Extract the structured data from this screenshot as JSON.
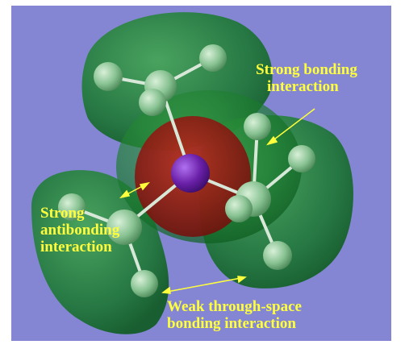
{
  "colors": {
    "background": "#8486d4",
    "lobe_green": "#1f8c2c",
    "lobe_red": "#9a1a14",
    "center_atom": "#6a20a8",
    "ligand_atom": "#8fc89a",
    "label_text": "#ffff3c"
  },
  "annotations": {
    "strong_bonding": [
      "Strong bonding",
      "interaction"
    ],
    "strong_antibonding": [
      "Strong",
      "antibonding",
      "interaction"
    ],
    "weak_through_space": [
      "Weak through-space",
      "bonding interaction"
    ]
  }
}
